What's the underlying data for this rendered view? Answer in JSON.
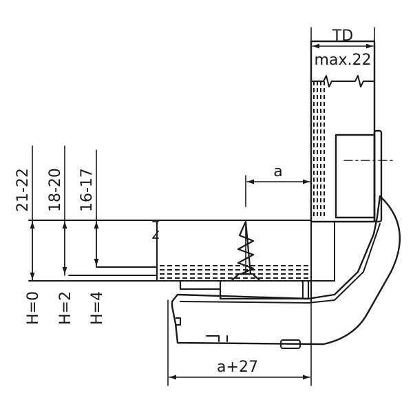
{
  "labels": {
    "td": "TD",
    "td_max": "max.22",
    "a": "a",
    "a_plus": "a+27",
    "range_1": "21-22",
    "range_2": "18-20",
    "range_3": "16-17",
    "h_1": "H=0",
    "h_2": "H=2",
    "h_3": "H=4"
  }
}
